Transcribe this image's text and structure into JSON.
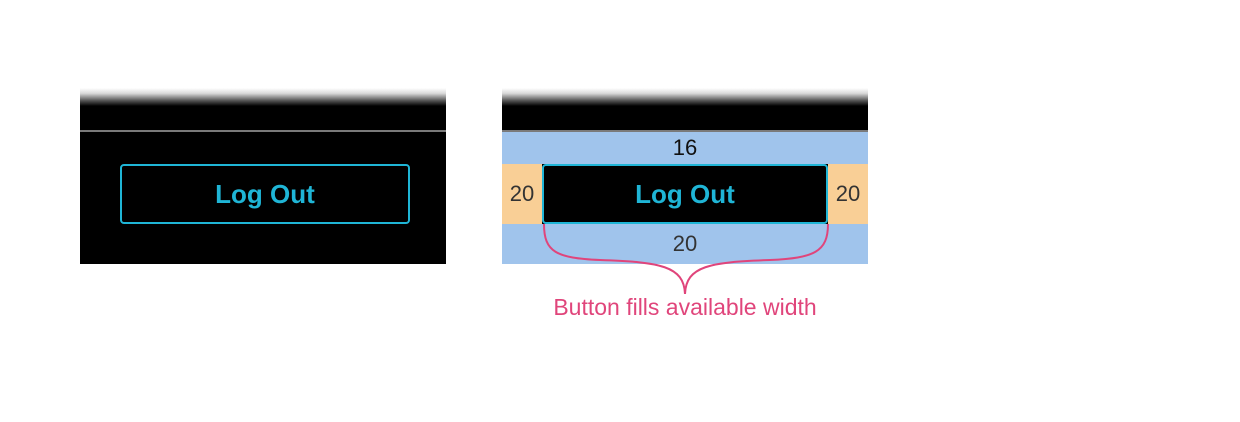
{
  "left_panel": {
    "button_label": "Log Out"
  },
  "right_panel": {
    "button_label": "Log Out",
    "spacing": {
      "top": "16",
      "left": "20",
      "right": "20",
      "bottom": "20"
    },
    "caption": "Button fills available width"
  },
  "colors": {
    "panel_background": "#000000",
    "button_accent": "#1fb5d6",
    "padding_vertical_highlight": "#a0c4ec",
    "padding_horizontal_highlight": "#f9cf96",
    "annotation": "#e0457b",
    "divider": "#7a7a7a"
  }
}
